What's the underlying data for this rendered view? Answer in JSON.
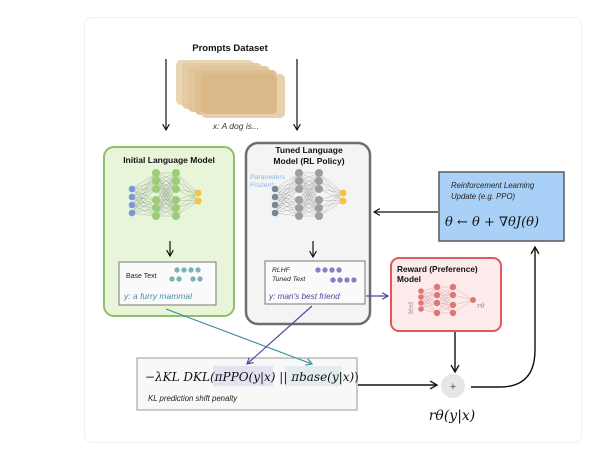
{
  "prompts": {
    "title": "Prompts Dataset",
    "example": "x: A dog is..."
  },
  "initial_model": {
    "title": "Initial Language Model",
    "output_label": "Base Text",
    "output_text": "y: a furry mammal"
  },
  "tuned_model": {
    "title_line1": "Tuned Language",
    "title_line2": "Model (RL Policy)",
    "frozen_note_line1": "Parameters",
    "frozen_note_line2": "Frozen*",
    "output_label_line1": "RLHF",
    "output_label_line2": "Tuned Text",
    "output_text": "y: man's best friend"
  },
  "rl_update": {
    "title_line1": "Reinforcement Learning",
    "title_line2": "Update (e.g. PPO)",
    "formula": "θ ← θ + ∇θJ(θ)"
  },
  "reward_model": {
    "title_line1": "Reward (Preference)",
    "title_line2": "Model",
    "input_label": "text",
    "output_label": "rθ"
  },
  "kl_penalty": {
    "formula_prefix": "−λKL DKL(",
    "term_ppo": "πPPO(y|x)",
    "separator": " || ",
    "term_base": "πbase(y|x)",
    "formula_suffix": ")",
    "caption": "KL prediction shift penalty"
  },
  "sum_node": {
    "symbol": "+",
    "label": "rθ(y|x)"
  },
  "colors": {
    "initial_fill": "#e8f5d9",
    "initial_border": "#8fbf6a",
    "tuned_fill": "#f4f4f4",
    "tuned_border": "#6e6e6e",
    "rl_fill": "#a9d1f7",
    "rl_border": "#5a5a5a",
    "reward_fill": "#fdeaea",
    "reward_border": "#e05a5a",
    "prompt_card": "#d9b47f",
    "kl_arrow_initial": "#3f8f99",
    "kl_arrow_tuned": "#4a4aa0"
  }
}
